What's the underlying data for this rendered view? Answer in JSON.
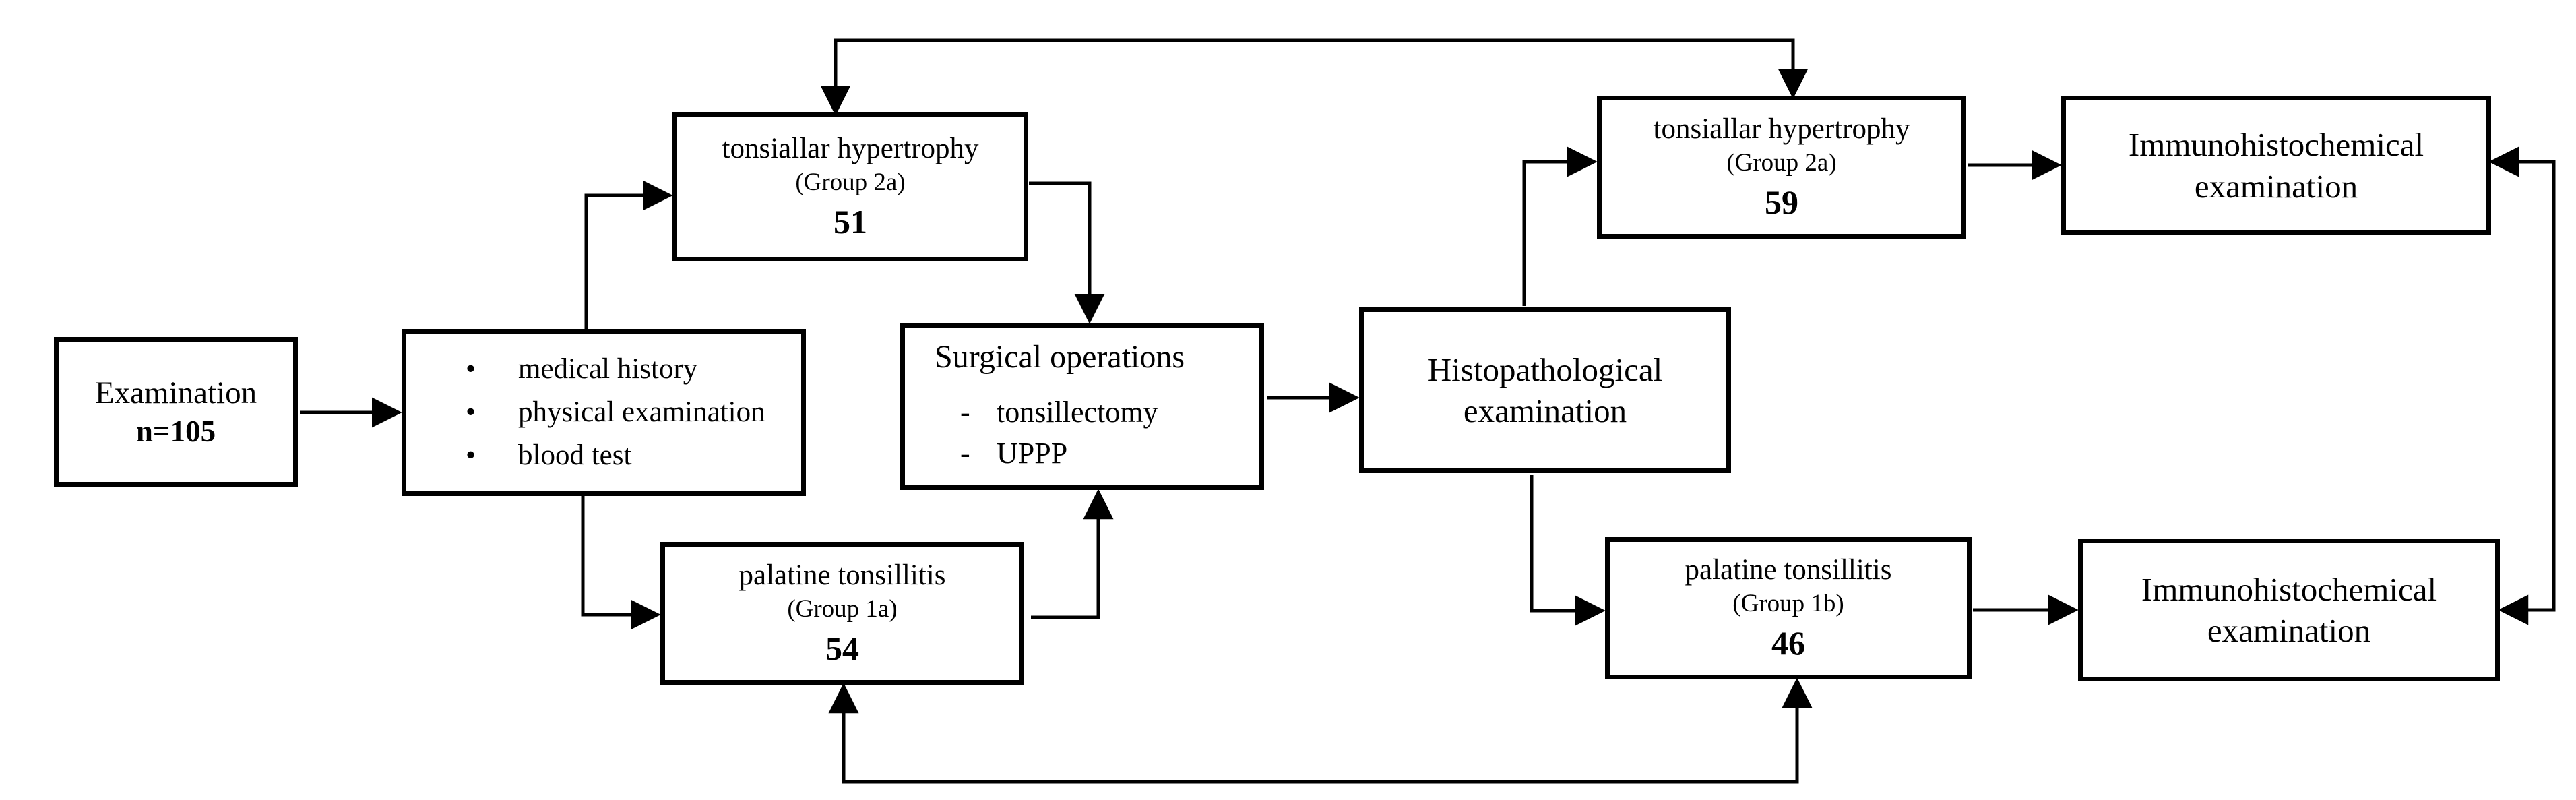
{
  "diagram": {
    "background_color": "#ffffff",
    "line_color": "#000000",
    "nodes": {
      "examination": {
        "line1": "Examination",
        "line2": "n=105"
      },
      "intake_workup": {
        "items": [
          "medical history",
          "physical examination",
          "blood test"
        ]
      },
      "hypertrophy_pre": {
        "title": "tonsiallar hypertrophy",
        "group": "(Group 2a)",
        "count": "51"
      },
      "tonsillitis_pre": {
        "title": "palatine tonsillitis",
        "group": "(Group 1a)",
        "count": "54"
      },
      "surgical": {
        "title": "Surgical operations",
        "items": [
          "tonsillectomy",
          "UPPP"
        ]
      },
      "histopathological": {
        "line1": "Histopathological",
        "line2": "examination"
      },
      "hypertrophy_post": {
        "title": "tonsiallar hypertrophy",
        "group": "(Group 2a)",
        "count": "59"
      },
      "tonsillitis_post": {
        "title": "palatine tonsillitis",
        "group": "(Group 1b)",
        "count": "46"
      },
      "immuno_top": {
        "line1": "Immunohistochemical",
        "line2": "examination"
      },
      "immuno_bottom": {
        "line1": "Immunohistochemical",
        "line2": "examination"
      }
    }
  }
}
